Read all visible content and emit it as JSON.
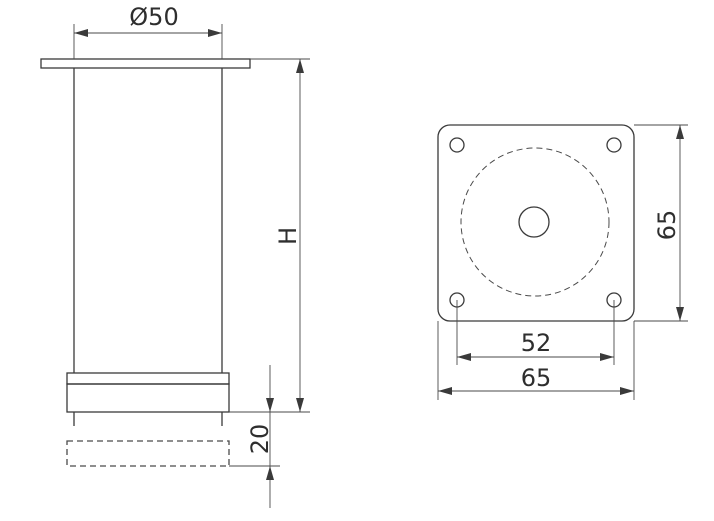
{
  "side_view": {
    "diameter_label": "Ø50",
    "height_label": "H",
    "adjust_label": "20"
  },
  "plate_view": {
    "hole_spacing_label": "52",
    "plate_width_label": "65",
    "plate_height_label": "65"
  },
  "colors": {
    "line": "#3a3a3a",
    "background": "#ffffff"
  }
}
